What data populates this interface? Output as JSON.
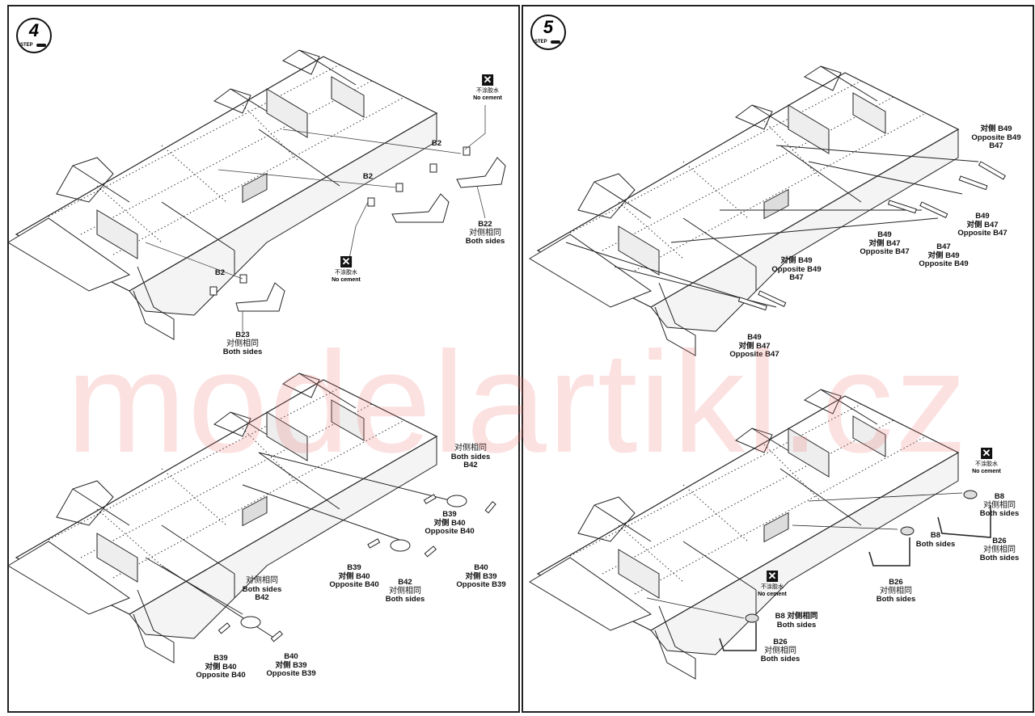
{
  "steps": [
    {
      "number": "4",
      "label": "STEP"
    },
    {
      "number": "5",
      "label": "STEP"
    }
  ],
  "no_cement": {
    "cn": "不涂胶水",
    "en": "No cement",
    "icon": "x-box-icon"
  },
  "watermark": "modelartikl.cz",
  "step4_top": {
    "b2": "B2",
    "b22": [
      "B22",
      "对侧相同",
      "Both sides"
    ],
    "b23": [
      "B23",
      "对侧相同",
      "Both sides"
    ]
  },
  "step4_bottom": {
    "b42_right": [
      "对侧相同",
      "Both sides",
      "B42"
    ],
    "b39_right": [
      "B39",
      "对侧 B40",
      "Opposite B40"
    ],
    "b39_mid": [
      "B39",
      "对侧 B40",
      "Opposite B40"
    ],
    "b42_mid": [
      "B42",
      "对侧相同",
      "Both sides"
    ],
    "b40_right": [
      "B40",
      "对侧 B39",
      "Opposite B39"
    ],
    "b42_left": [
      "对侧相同",
      "Both sides",
      "B42"
    ],
    "b39_left": [
      "B39",
      "对侧 B40",
      "Opposite B40"
    ],
    "b40_left": [
      "B40",
      "对侧 B39",
      "Opposite B39"
    ]
  },
  "step5_top": {
    "b47_a": [
      "对侧 B49",
      "Opposite B49",
      "B47"
    ],
    "b49_a": [
      "B49",
      "对侧 B47",
      "Opposite B47"
    ],
    "b49_b": [
      "B49",
      "对侧 B47",
      "Opposite B47"
    ],
    "b47_b": [
      "B47",
      "对侧 B49",
      "Opposite B49"
    ],
    "b47_c": [
      "对侧 B49",
      "Opposite B49",
      "B47"
    ],
    "b49_c": [
      "B49",
      "对侧 B47",
      "Opposite B47"
    ]
  },
  "step5_bottom": {
    "b8_a": [
      "B8",
      "对侧相同",
      "Both sides"
    ],
    "b26_a": [
      "B26",
      "对侧相同",
      "Both sides"
    ],
    "b8_b": [
      "B8",
      "Both sides"
    ],
    "b26_b": [
      "B26",
      "对侧相同",
      "Both sides"
    ],
    "b8_c": [
      "B8 对侧相同",
      "Both sides"
    ],
    "b26_c": [
      "B26",
      "对侧相同",
      "Both sides"
    ]
  }
}
